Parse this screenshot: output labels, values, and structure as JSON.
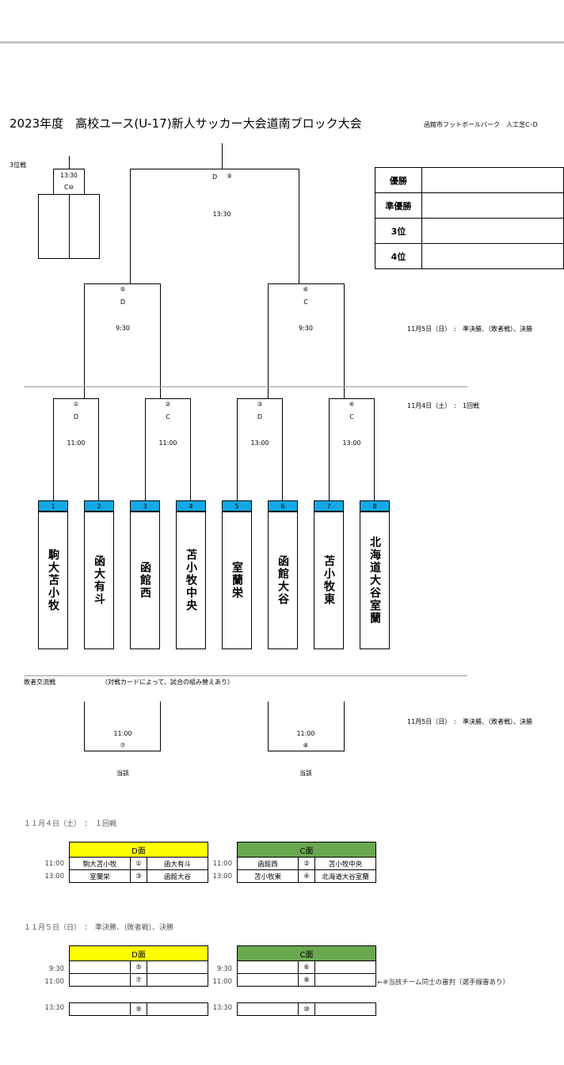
{
  "title": "2023年度　高校ユース(U-17)新人サッカー大会道南ブロック大会",
  "venue": "函館市フットボールパーク　人工芝C･D",
  "third_place_label": "3位戦",
  "third_place_match": {
    "time": "13:30",
    "court": "C⑩"
  },
  "final_match": {
    "court": "D",
    "num": "⑨",
    "time": "13:30"
  },
  "semi_left": {
    "num": "⑤",
    "court": "D",
    "time": "9:30"
  },
  "semi_right": {
    "num": "⑥",
    "court": "C",
    "time": "9:30"
  },
  "day2_label": "11月5日（日）　:　準決勝、（敗者戦）、決勝",
  "day1_label": "11月4日（土）　:　1回戦",
  "results": {
    "champion": "優勝",
    "runner_up": "準優勝",
    "third": "3位",
    "fourth": "4位"
  },
  "first_round": [
    {
      "num": "①",
      "court": "D",
      "time": "11:00"
    },
    {
      "num": "②",
      "court": "C",
      "time": "11:00"
    },
    {
      "num": "③",
      "court": "D",
      "time": "13:00"
    },
    {
      "num": "④",
      "court": "C",
      "time": "13:00"
    }
  ],
  "teams": [
    {
      "seed": "1",
      "name": "駒大苫小牧"
    },
    {
      "seed": "2",
      "name": "函大有斗"
    },
    {
      "seed": "3",
      "name": "函館西"
    },
    {
      "seed": "4",
      "name": "苫小牧中央"
    },
    {
      "seed": "5",
      "name": "室蘭栄"
    },
    {
      "seed": "6",
      "name": "函館大谷"
    },
    {
      "seed": "7",
      "name": "苫小牧東"
    },
    {
      "seed": "8",
      "name": "北海道大谷室蘭"
    }
  ],
  "consolation": {
    "label": "敗者交流戦",
    "note": "（対戦カードによって、試合の組み替えあり）",
    "left": {
      "time": "11:00",
      "num": "⑦",
      "footer": "当該"
    },
    "right": {
      "time": "11:00",
      "num": "⑧",
      "footer": "当該"
    }
  },
  "schedule_day1": {
    "heading": "１１月４日（土）　：　１回戦",
    "d_header": "D面",
    "c_header": "C面",
    "d_rows": [
      {
        "time": "11:00",
        "home": "駒大苫小牧",
        "num": "①",
        "away": "函大有斗"
      },
      {
        "time": "13:00",
        "home": "室蘭栄",
        "num": "③",
        "away": "函館大谷"
      }
    ],
    "c_rows": [
      {
        "time": "11:00",
        "home": "函館西",
        "num": "②",
        "away": "苫小牧中央"
      },
      {
        "time": "13:00",
        "home": "苫小牧東",
        "num": "④",
        "away": "北海道大谷室蘭"
      }
    ]
  },
  "schedule_day2": {
    "heading": "１１月５日（日）　：　準決勝、（敗者戦）、決勝",
    "d_header": "D面",
    "c_header": "C面",
    "d_rows": [
      {
        "time": "9:30",
        "num": "⑤"
      },
      {
        "time": "11:00",
        "num": "⑦"
      },
      {
        "time": "13:30",
        "num": "⑨"
      }
    ],
    "c_rows": [
      {
        "time": "9:30",
        "num": "⑥"
      },
      {
        "time": "11:00",
        "num": "⑧"
      },
      {
        "time": "13:30",
        "num": "⑩"
      }
    ],
    "referee_note": "←※当該チーム同士の審判（選手線審あり）"
  },
  "colors": {
    "seed_blue": "#13a9e6",
    "d_yellow": "#ffff00",
    "c_green": "#6aa84f"
  }
}
